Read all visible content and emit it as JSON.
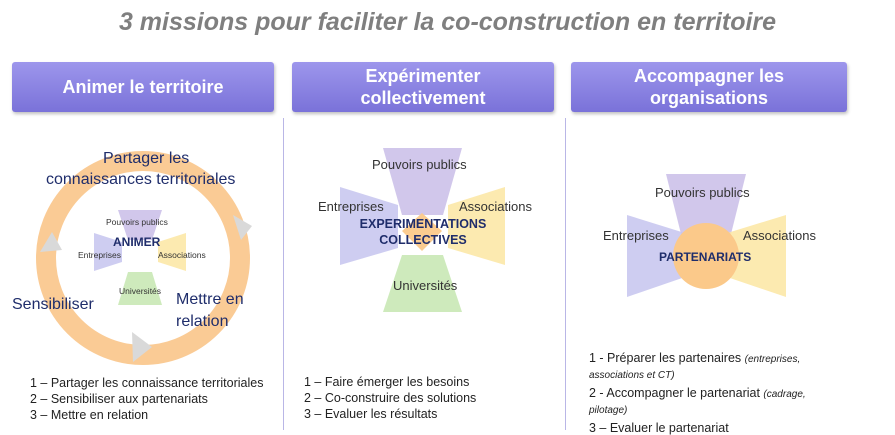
{
  "title": "3 missions pour faciliter la co-construction en territoire",
  "missions": [
    {
      "header": "Animer le territoire",
      "center": "ANIMER",
      "ring_labels": {
        "top": "Partager les connaissances territoriales",
        "left": "Sensibiliser",
        "right": "Mettre en relation"
      },
      "actors": {
        "top": "Pouvoirs publics",
        "left": "Entreprises",
        "right": "Associations",
        "bottom": "Universités"
      },
      "list": [
        "1 – Partager les connaissance territoriales",
        "2 – Sensibiliser aux partenariats",
        "3 – Mettre en relation"
      ]
    },
    {
      "header": "Expérimenter\ncollectivement",
      "center": "EXPERIMENTATIONS\nCOLLECTIVES",
      "actors": {
        "top": "Pouvoirs publics",
        "left": "Entreprises",
        "right": "Associations",
        "bottom": "Universités"
      },
      "list": [
        "1 – Faire émerger les besoins",
        "2 – Co-construire des solutions",
        "3 – Evaluer les résultats"
      ]
    },
    {
      "header": "Accompagner les\norganisations",
      "center": "PARTENARIATS",
      "actors": {
        "top": "Pouvoirs publics",
        "left": "Entreprises",
        "right": "Associations"
      },
      "list": [
        {
          "main": "1 - Préparer les partenaires ",
          "sub": "(entreprises, associations et CT)"
        },
        {
          "main": "2 -  Accompagner le partenariat ",
          "sub": "(cadrage, pilotage)"
        },
        {
          "main": "3 – Evaluer le partenariat",
          "sub": ""
        }
      ]
    }
  ],
  "colors": {
    "header": "#8a83e3",
    "ring": "#f9c58a",
    "purple": "#c9bde8",
    "yellow": "#fbe6a2",
    "green": "#c6e6b0",
    "blue_purple": "#c6c4ef",
    "orange_center": "#fbc98a",
    "divider": "#b9b6e6",
    "center_text": "#1f2d6b"
  }
}
